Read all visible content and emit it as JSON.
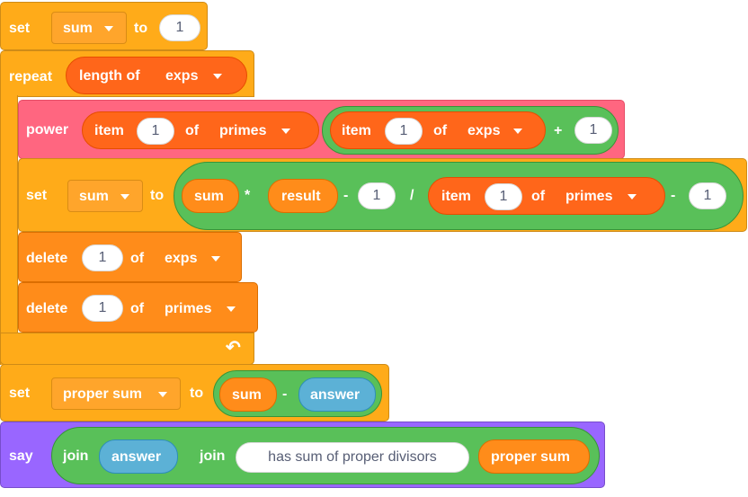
{
  "blocks": {
    "set1": {
      "kw_set": "set",
      "var": "sum",
      "kw_to": "to",
      "value": "1"
    },
    "repeat": {
      "kw": "repeat",
      "reporter_kw": "length of",
      "list": "exps"
    },
    "power": {
      "kw": "power",
      "item_kw": "item",
      "idx": "1",
      "of_kw": "of",
      "list": "primes",
      "item2_kw": "item",
      "idx2": "1",
      "of2_kw": "of",
      "list2": "exps",
      "plus": "+",
      "plus_val": "1"
    },
    "set2": {
      "kw_set": "set",
      "var": "sum",
      "kw_to": "to",
      "sum_rep": "sum",
      "times": "*",
      "result": "result",
      "minus": "-",
      "one": "1",
      "div": "/",
      "item_kw": "item",
      "idx": "1",
      "of_kw": "of",
      "list": "primes",
      "minus2": "-",
      "one2": "1"
    },
    "delete1": {
      "kw": "delete",
      "idx": "1",
      "of_kw": "of",
      "list": "exps"
    },
    "delete2": {
      "kw": "delete",
      "idx": "1",
      "of_kw": "of",
      "list": "primes"
    },
    "set3": {
      "kw_set": "set",
      "var": "proper sum",
      "kw_to": "to",
      "sum_rep": "sum",
      "minus": "-",
      "answer": "answer"
    },
    "say": {
      "kw": "say",
      "join_kw": "join",
      "answer": "answer",
      "join2_kw": "join",
      "text": "has sum of proper divisors",
      "proper_sum": "proper sum"
    }
  },
  "icons": {
    "loop_arrow": "loop-arrow-icon",
    "dropdown": "dropdown-triangle-icon"
  }
}
